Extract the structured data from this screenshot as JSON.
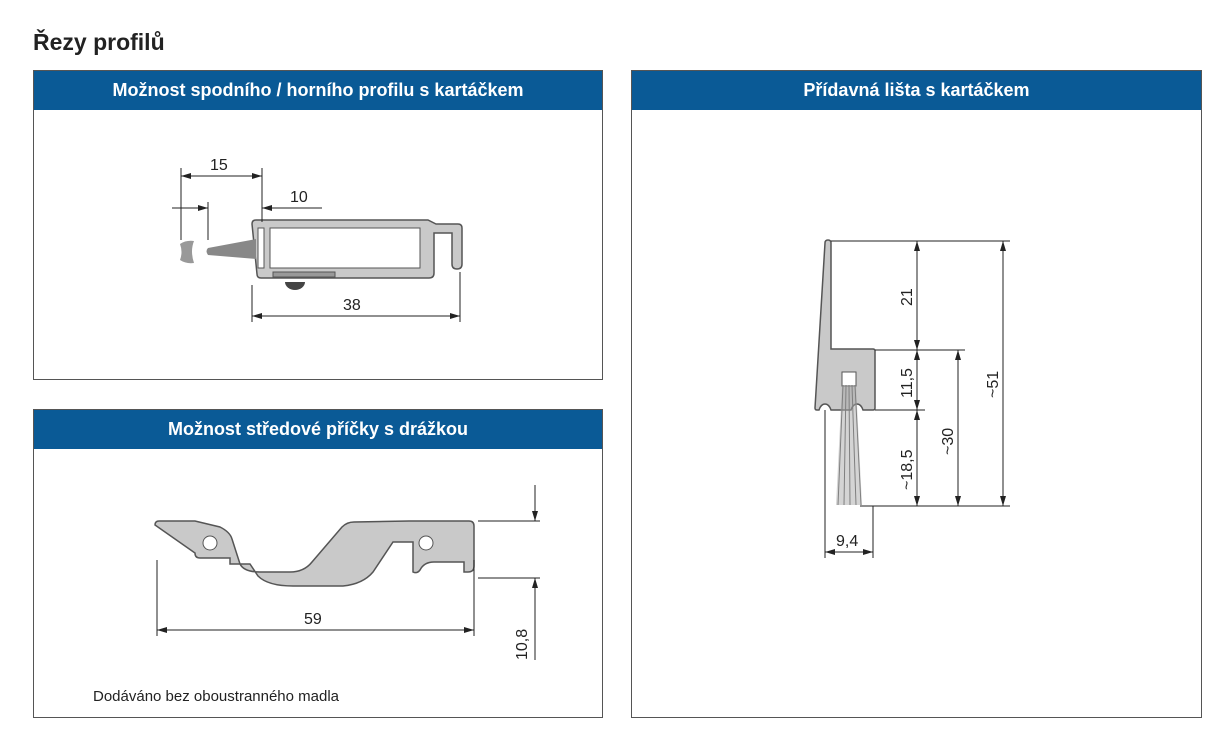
{
  "page_title": "Řezy profilů",
  "panels": {
    "bottom_top": {
      "title": "Možnost spodního / horního profilu s kartáčkem",
      "dims": {
        "a": "15",
        "b": "10",
        "c": "38"
      }
    },
    "middle": {
      "title": "Možnost středové příčky s drážkou",
      "dims": {
        "w": "59",
        "h": "10,8"
      },
      "note": "Dodáváno bez oboustranného madla"
    },
    "addon": {
      "title": "Přídavná lišta s kartáčkem",
      "dims": {
        "a": "21",
        "b": "11,5",
        "c": "~18,5",
        "d": "~30",
        "e": "~51",
        "w": "9,4"
      }
    }
  },
  "colors": {
    "header": "#0a5a96"
  }
}
